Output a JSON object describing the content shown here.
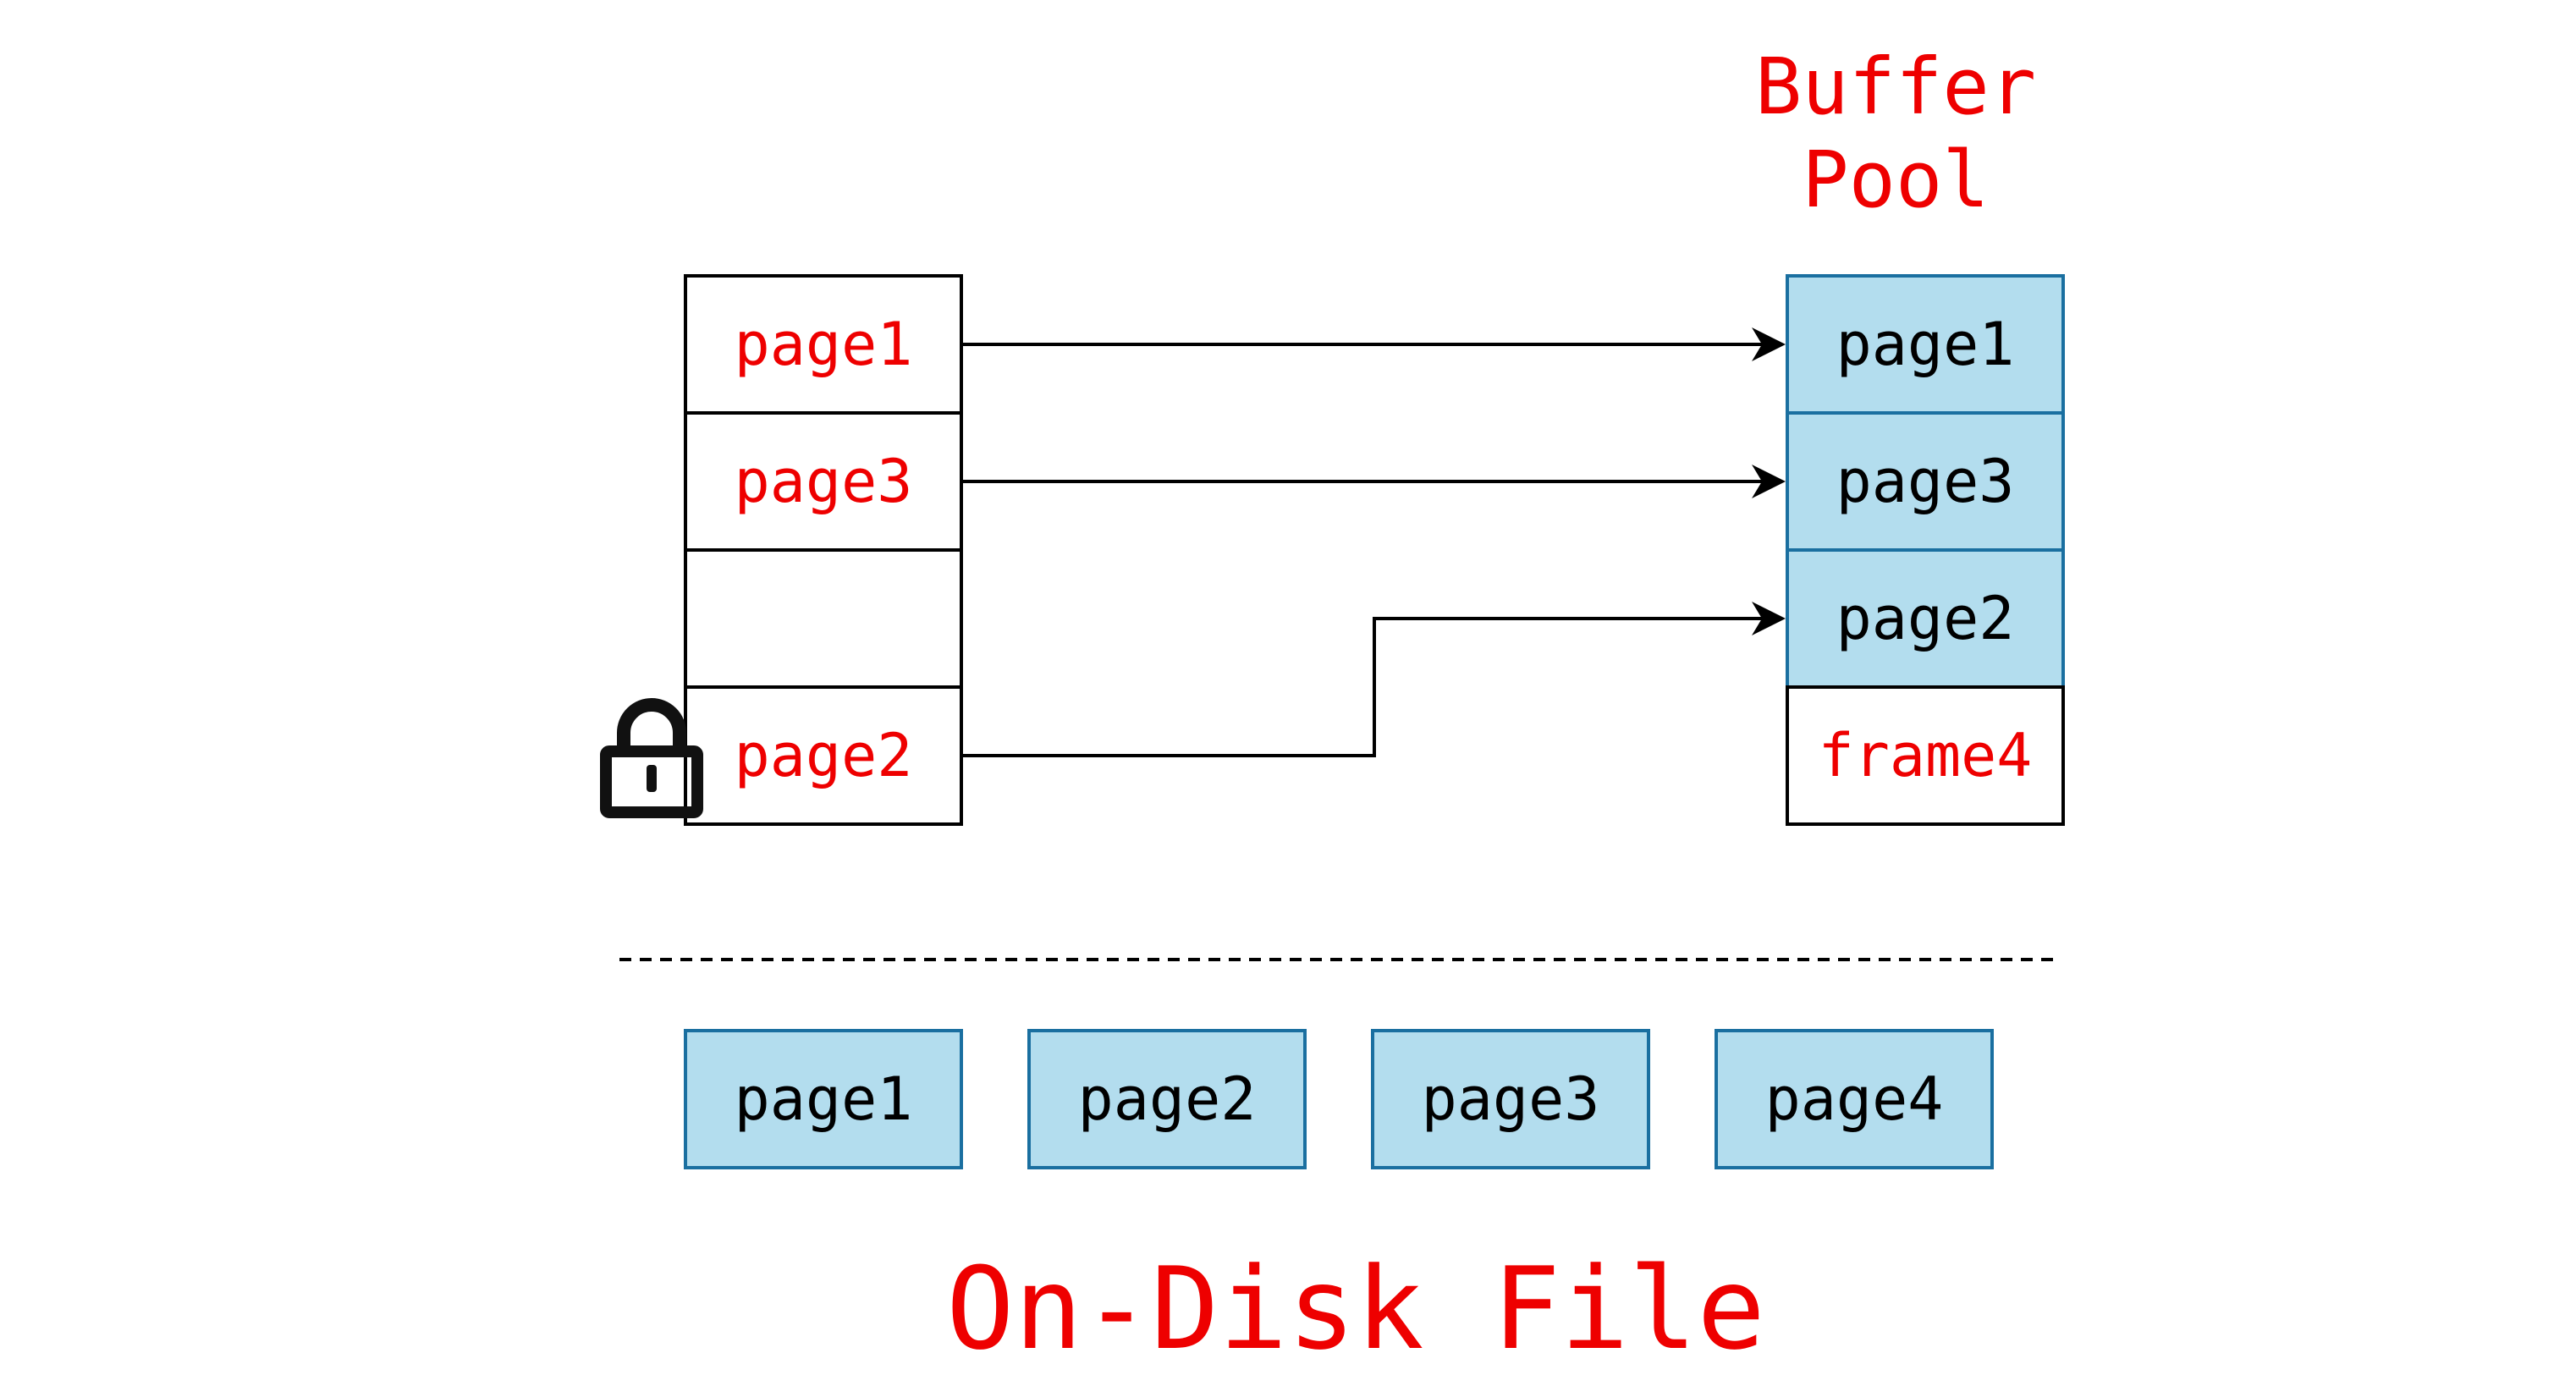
{
  "colors": {
    "label_red": "#ee0000",
    "text_black": "#000000",
    "page_fill_blue": "#b3ddee",
    "page_border_blue": "#1a6fa0"
  },
  "buffer_pool": {
    "title_line1": "Buffer",
    "title_line2": "Pool",
    "frames": [
      {
        "label": "page1",
        "state": "loaded"
      },
      {
        "label": "page3",
        "state": "loaded"
      },
      {
        "label": "page2",
        "state": "loaded"
      },
      {
        "label": "frame4",
        "state": "free"
      }
    ]
  },
  "page_table": {
    "entries": [
      {
        "label": "page1"
      },
      {
        "label": "page3"
      },
      {
        "label": ""
      },
      {
        "label": "page2"
      }
    ],
    "lock_icon": "lock-icon"
  },
  "disk": {
    "pages": [
      {
        "label": "page1"
      },
      {
        "label": "page2"
      },
      {
        "label": "page3"
      },
      {
        "label": "page4"
      }
    ],
    "label": "On-Disk File"
  }
}
